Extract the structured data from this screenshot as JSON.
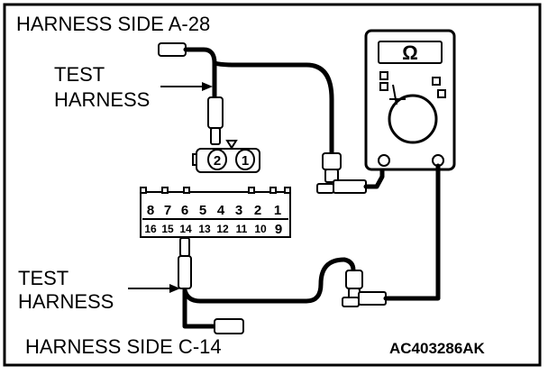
{
  "labels": {
    "harness_side_top": "HARNESS SIDE A-28",
    "test_harness_top_1": "TEST",
    "test_harness_top_2": "HARNESS",
    "test_harness_bottom_1": "TEST",
    "test_harness_bottom_2": "HARNESS",
    "harness_side_bottom": "HARNESS SIDE C-14",
    "figure_code": "AC403286AK"
  },
  "meter": {
    "symbol": "Ω"
  },
  "connector_a28": {
    "pins": [
      "2",
      "1"
    ]
  },
  "connector_c14": {
    "row_top": [
      "8",
      "7",
      "6",
      "5",
      "4",
      "3",
      "2",
      "1"
    ],
    "row_bottom": [
      "16",
      "15",
      "14",
      "13",
      "12",
      "11",
      "10",
      "9"
    ]
  }
}
